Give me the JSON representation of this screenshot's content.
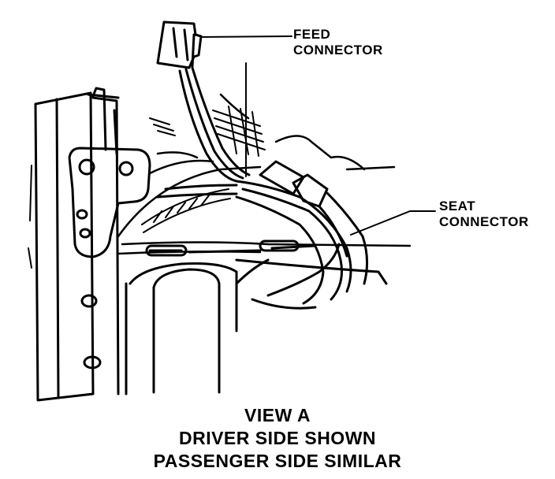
{
  "labels": {
    "feed_connector": [
      "FEED",
      "CONNECTOR"
    ],
    "seat_connector": [
      "SEAT",
      "CONNECTOR"
    ]
  },
  "caption": {
    "line1": "VIEW A",
    "line2": "DRIVER SIDE SHOWN",
    "line3": "PASSENGER SIDE SIMILAR"
  },
  "colors": {
    "ink": "#000000",
    "paper": "#ffffff"
  }
}
